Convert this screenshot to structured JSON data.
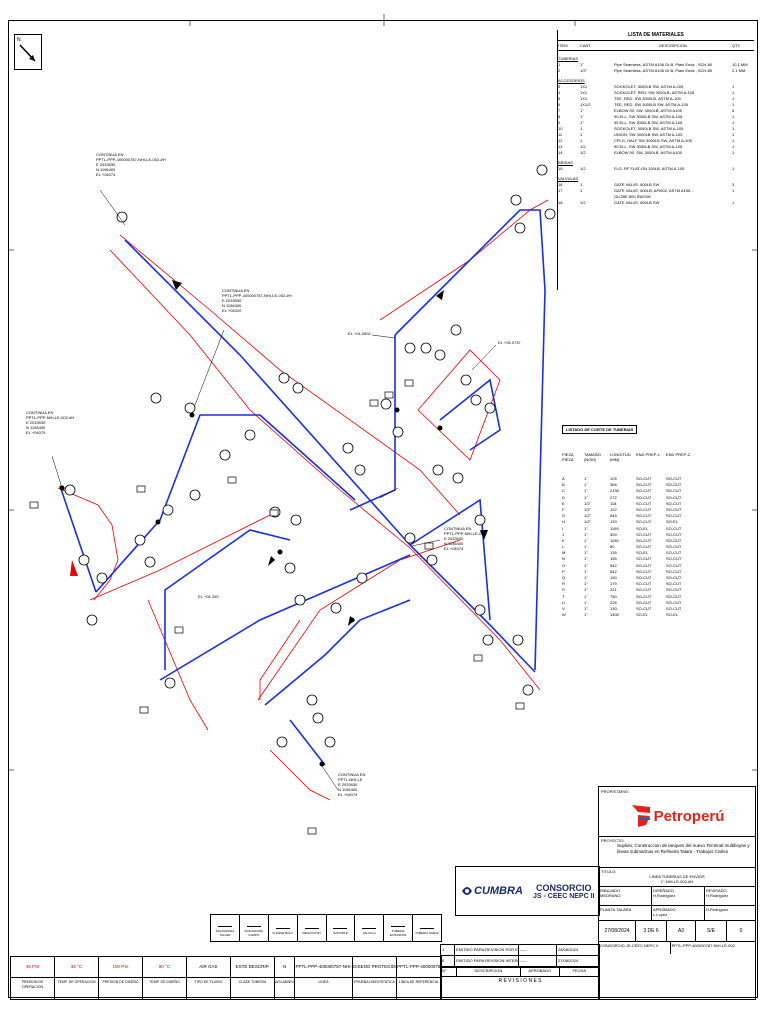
{
  "north_label": "N",
  "materials": {
    "title": "LISTA DE MATERIALES",
    "headers": [
      "ITEM",
      "CANT.",
      "DESCRIPCION",
      "QTY"
    ],
    "sections": [
      {
        "name": "TUBERIAS",
        "rows": [
          [
            "1",
            "1\"",
            "Pipe Seamless, ASTM A106 Gr.B, Plain Ends , SCH-80",
            "10.1 MM"
          ],
          [
            "2",
            "1/2\"",
            "Pipe Seamless, ASTM A106 Gr.B, Plain Ends , SCH-80",
            "2.1 MM"
          ]
        ]
      },
      {
        "name": "ACCESORIOS",
        "rows": [
          [
            "3",
            "1X1",
            "SOCKOLET, 3000LB SW, ASTM A-105",
            "1"
          ],
          [
            "4",
            "1X1",
            "SOCKOLET, RED. SW 3000LB, ASTM A-105",
            "1"
          ],
          [
            "5",
            "1X1",
            "TEE, RED. SW 3000LB, ASTM A-105",
            "1"
          ],
          [
            "6",
            "1X1/2",
            "TEE, RED. SW 3000LB SW, ASTM A-105",
            "1"
          ],
          [
            "7",
            "1\"",
            "ELBOW 90, SW, 3000LB, ASTM A105",
            "5"
          ],
          [
            "8",
            "1\"",
            "90 ELL, SW 3000LB SW, ASTM A-105",
            "1"
          ],
          [
            "9",
            "1\"",
            "45 ELL, SW 3000LB SW, ASTM A-105",
            "1"
          ],
          [
            "10",
            "1",
            "SOCKOLET, 3000LB SW, ASTM A-105",
            "1"
          ],
          [
            "11",
            "1",
            "UNION, SW 3000LB SW, ASTM A-105",
            "1"
          ],
          [
            "12",
            "1",
            "CPLG, HALF SW 3000LB SW, ASTM A-105",
            "1"
          ],
          [
            "13",
            "1/2",
            "90 ELL, SW 3000LB SW, ASTM A-105",
            "1"
          ],
          [
            "14",
            "1/2",
            "ELBOW 90, SW, 3000LB, ASTM A105",
            "1"
          ]
        ]
      },
      {
        "name": "BRIDAS",
        "rows": [
          [
            "15",
            "1/2",
            "FLG, RF FLAT-ON 150LB, ASTM A-105",
            "1"
          ]
        ]
      },
      {
        "name": "VALVULAS",
        "rows": [
          [
            "16",
            "1",
            "GATE VALVE, 800LB SW",
            "3"
          ],
          [
            "17",
            "1",
            "GATE VALVE, 800LB, API602, ASTM A105...",
            "1"
          ],
          [
            "",
            "",
            "GLOBE 800 SW/SW",
            ""
          ],
          [
            "18",
            "1/2",
            "GATE VALVE, 800LB SW",
            "1"
          ]
        ]
      }
    ]
  },
  "cuts": {
    "title": "LISTADO DE CORTE DE TUBERIAS",
    "headers": [
      "PIEZA PIEZA",
      "TAMAÑO (NOM)",
      "LONGITUD (MM)",
      "END PREP-1",
      "END PREP-2"
    ],
    "rows": [
      [
        "A",
        "1\"",
        "105",
        "SO-CUT",
        "SO-CUT"
      ],
      [
        "B",
        "1\"",
        "365",
        "SO-CUT",
        "SO-CUT"
      ],
      [
        "C",
        "1\"",
        "2130",
        "SO-CUT",
        "SO-CUT"
      ],
      [
        "D",
        "1\"",
        "272",
        "SO-CUT",
        "SO-CUT"
      ],
      [
        "E",
        "1/2\"",
        "118",
        "SO-CUT",
        "SO-CUT"
      ],
      [
        "F",
        "1/2\"",
        "122",
        "SO-CUT",
        "SO-CUT"
      ],
      [
        "G",
        "1/2\"",
        "648",
        "SO-CUT",
        "SO-CUT"
      ],
      [
        "H",
        "1/2\"",
        "133",
        "SO-CUT",
        "SO-EL"
      ],
      [
        "I",
        "1\"",
        "1199",
        "SO-EL",
        "SO-CUT"
      ],
      [
        "J",
        "1\"",
        "309",
        "SO-CUT",
        "SO-CUT"
      ],
      [
        "K",
        "1\"",
        "1195",
        "SO-CUT",
        "SO-CUT"
      ],
      [
        "L",
        "1\"",
        "80",
        "SO-CUT",
        "SO-CUT"
      ],
      [
        "M",
        "1\"",
        "135",
        "SO-EL",
        "SO-CUT"
      ],
      [
        "N",
        "1\"",
        "155",
        "SO-CUT",
        "SO-CUT"
      ],
      [
        "O",
        "1\"",
        "542",
        "SO-CUT",
        "SO-CUT"
      ],
      [
        "P",
        "1\"",
        "542",
        "SO-CUT",
        "SO-CUT"
      ],
      [
        "Q",
        "1\"",
        "190",
        "SO-CUT",
        "SO-CUT"
      ],
      [
        "R",
        "1\"",
        "179",
        "SO-CUT",
        "SO-CUT"
      ],
      [
        "S",
        "1\"",
        "221",
        "SO-CUT",
        "SO-CUT"
      ],
      [
        "T",
        "1\"",
        "750",
        "SO-CUT",
        "SO-CUT"
      ],
      [
        "U",
        "1\"",
        "226",
        "SO-CUT",
        "SO-CUT"
      ],
      [
        "V",
        "1\"",
        "130",
        "SO-CUT",
        "SO-CUT"
      ],
      [
        "W",
        "1\"",
        "1400",
        "SO-EL",
        "SO-EL"
      ]
    ]
  },
  "continua": [
    {
      "title": "CONTINUA EN",
      "line": "PPTL-PPP-400000787-NHI-LE-002-#H",
      "e": "E 2033930",
      "n": "N 1196400",
      "el": "EL +04074"
    },
    {
      "title": "CONTINUA EN",
      "line": "PPTL-PPP-400000787-NHI-LE-002-#H",
      "e": "E 2033930",
      "n": "N 1196400",
      "el": "EL +04020"
    },
    {
      "title": "CONTINUA EN",
      "line": "PPTL-PPP-NHI-LE-002-#H",
      "e": "E 2033930",
      "n": "N 1196400",
      "el": "EL +04075"
    },
    {
      "title": "CONTINUA EN",
      "line": "PPTL-PPP-NHI-LE-002",
      "e": "E 2033930",
      "n": "N 1196400",
      "el": "EL +04074"
    },
    {
      "title": "CONTINUA EN",
      "line": "PPTL-NHI-LE",
      "e": "E 2033930",
      "n": "N 1196400",
      "el": "EL +04074"
    }
  ],
  "callouts": [
    "EL +04.0502",
    "EL +04.0737",
    "EL +04.200"
  ],
  "legend_symbols": [
    "SOLDADURA TALLER",
    "SOLDADURA CAMPO",
    "FLANGE BOLT",
    "REDUCCION",
    "SOPORTE",
    "VALVULA",
    "TUBERIA EXISTENTE",
    "TUBERIA NUEVA"
  ],
  "design": {
    "headers": [
      "PRESION DE OPERACION",
      "TEMP. DE OPERACION",
      "PRESION DE DISEÑO",
      "TEMP. DE DISEÑO",
      "TIPO DE FLUIDO",
      "CLASE TUBERIA",
      "AISLAMIENTO",
      "LINEA",
      "PRUEBA HIDROSTATICA",
      "LINEA DE REFERENCIA"
    ],
    "values": [
      "45 PSI",
      "35 °C",
      "150 PSI",
      "90 °C",
      "AIR GAS",
      "ESTE DESCRIP.",
      "N",
      "PPTL-PPP-400000787-NHI-LE-002-#H",
      "DISENO PROTEGIDO DEL",
      "PPTL-PPP-400000787-NHI-ET-001-AS1E"
    ]
  },
  "revisions": {
    "rows": [
      [
        "1",
        "EMITIDO PARA REVISION POR EL CLIENTE",
        "-----",
        "28/08/2024"
      ],
      [
        "0",
        "EMITIDO PARA REVISION INTERNA",
        "-----",
        "27/08/2024"
      ]
    ],
    "headers": [
      "N°",
      "DESCRIPCION",
      "APROBADO",
      "FECHA"
    ],
    "footer": "R E V I S I O N E S"
  },
  "consorcio": {
    "brand": "CUMBRA",
    "title": "CONSORCIO",
    "subtitle": "JS - CEEC NEPC II"
  },
  "owner": {
    "label": "PROPIETARIO:",
    "logo": "Petroperú",
    "project_label": "PROYECTO:",
    "project": "Suplido, Construccion de tanques del nuevo Terminal multiboyas y lineas submarinas en Refineria Talara - Trabajos Civiles",
    "title_label": "TITULO:",
    "title": "LINEA TUBERIAS DE ENVIOS",
    "title_sub": "1\"-NHI-LE-002-#H",
    "dibujo": "DIBUJADO",
    "diseno": "DISEÑADO",
    "reviso": "REVISADO",
    "aprobo": "APROBADO",
    "people": [
      "MEDRANO",
      "H.Rodriguez",
      "H.Rodriguez",
      "PLANTA TALARA",
      "L.Lopez",
      "H.Rodriguez"
    ],
    "date": "27/08/2024",
    "sheet": "3 DE 6",
    "format": "A3",
    "scale": "S/E",
    "rev": "0",
    "code_label": "CONSORCIO JS-CEEC NEPC II",
    "doc_number": "PPTL-PPP-400000787-NHI-LE-002"
  }
}
